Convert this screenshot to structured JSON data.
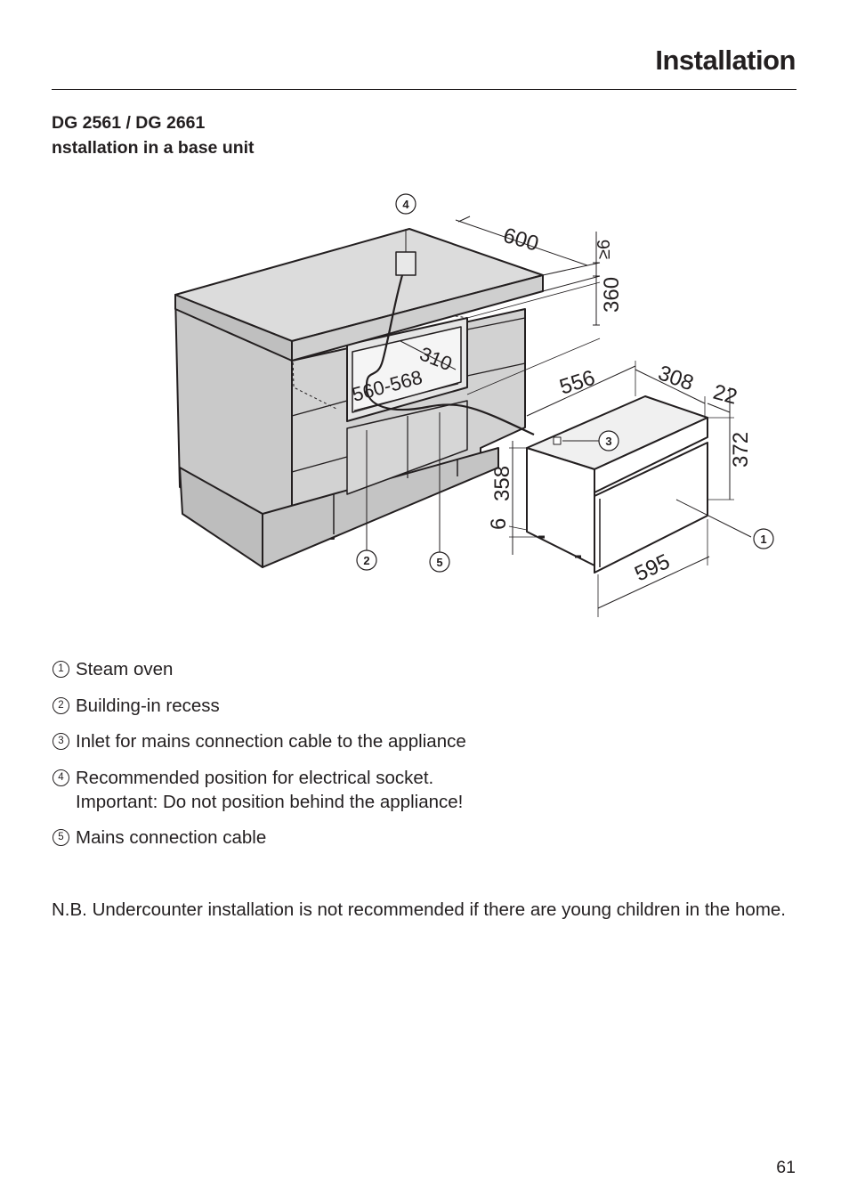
{
  "header": {
    "title": "Installation"
  },
  "subtitle": {
    "line1": "DG 2561 / DG 2661",
    "line2": "nstallation in a base unit"
  },
  "figure": {
    "dimensions": {
      "top_depth": "600",
      "gap_min": "≥6",
      "gap_height": "360",
      "niche_depth": "310",
      "niche_width": "560-568",
      "oven_depth": "556",
      "oven_side": "308",
      "front_thickness": "22",
      "oven_height_total": "372",
      "oven_height": "358",
      "foot": "6",
      "oven_width": "595"
    },
    "callouts": [
      "1",
      "2",
      "3",
      "4",
      "5"
    ]
  },
  "legend": [
    {
      "number": "1",
      "text": "Steam oven"
    },
    {
      "number": "2",
      "text": "Building-in recess"
    },
    {
      "number": "3",
      "text": "Inlet for mains connection cable to the appliance"
    },
    {
      "number": "4",
      "text": "Recommended position for electrical socket.",
      "text2": "Important: Do not position behind the appliance!"
    },
    {
      "number": "5",
      "text": "Mains connection cable"
    }
  ],
  "note": "N.B. Undercounter installation is not recommended if there are young children in the home.",
  "page_number": "61"
}
